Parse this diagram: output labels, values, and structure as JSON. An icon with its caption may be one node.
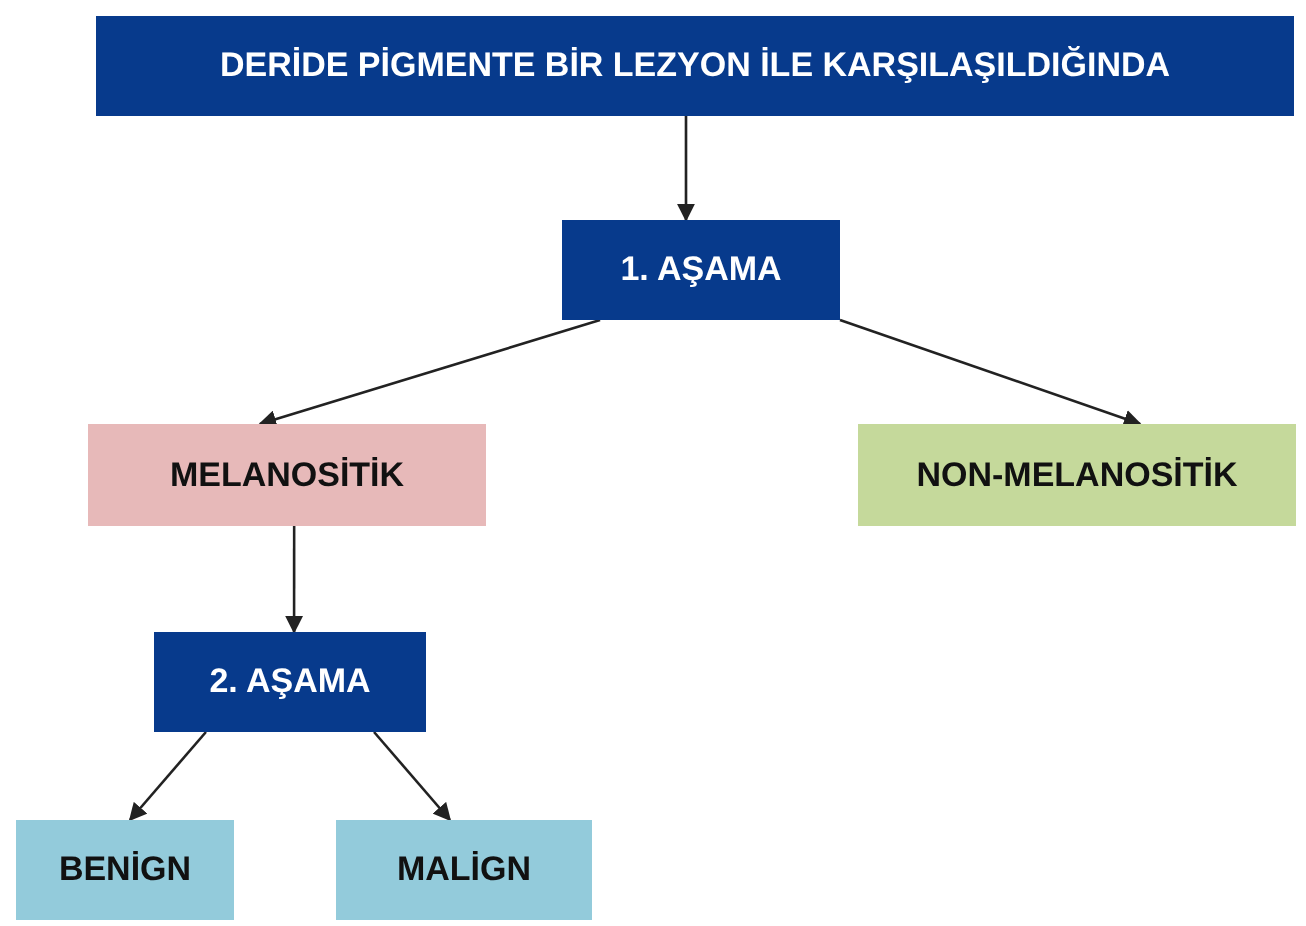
{
  "diagram": {
    "nodes": [
      {
        "text": [
          "DERİDE PİGMENTE BİR LEZYON İLE KARŞILAŞILDIĞINDA"
        ]
      },
      {
        "text": [
          "1. AŞAMA"
        ]
      },
      {
        "text": [
          "MELANOSİTİK"
        ]
      },
      {
        "text": [
          "NON-MELANOSİTİK"
        ]
      },
      {
        "text": [
          "2. AŞAMA"
        ]
      },
      {
        "text": [
          "BENİGN"
        ]
      },
      {
        "text": [
          "MALİGN"
        ]
      }
    ],
    "edges": [
      {
        "from": 0,
        "to": 1,
        "arrow": "to"
      },
      {
        "from": 1,
        "to": 2,
        "arrow": "to"
      },
      {
        "from": 1,
        "to": 3,
        "arrow": "to"
      },
      {
        "from": 2,
        "to": 4,
        "arrow": "to"
      },
      {
        "from": 4,
        "to": 5,
        "arrow": "to"
      },
      {
        "from": 4,
        "to": 6,
        "arrow": "to"
      }
    ]
  }
}
